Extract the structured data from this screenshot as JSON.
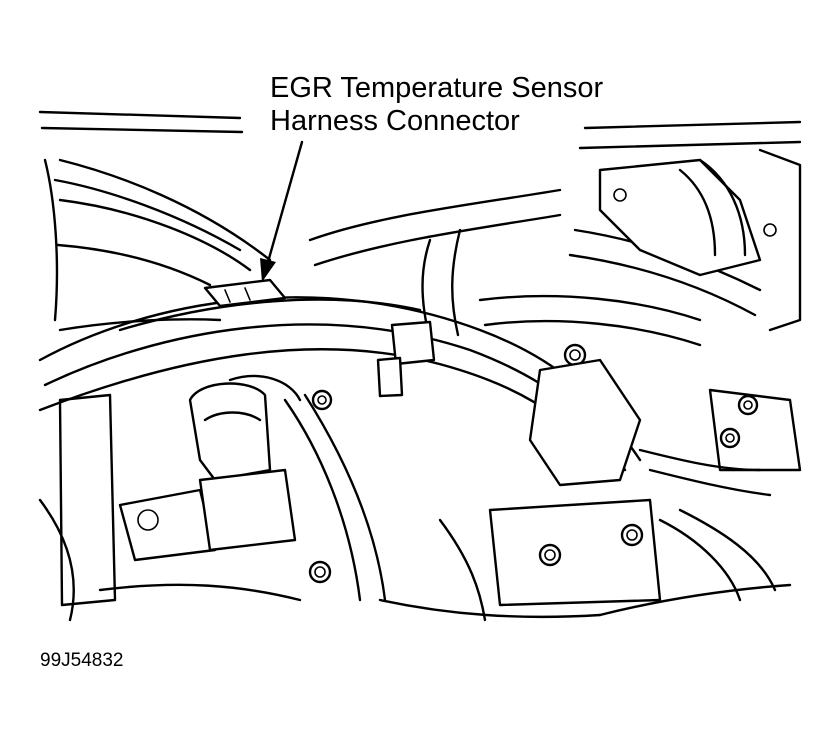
{
  "callout": {
    "line1": "EGR Temperature Sensor",
    "line2": "Harness Connector"
  },
  "figure_id": "99J54832"
}
